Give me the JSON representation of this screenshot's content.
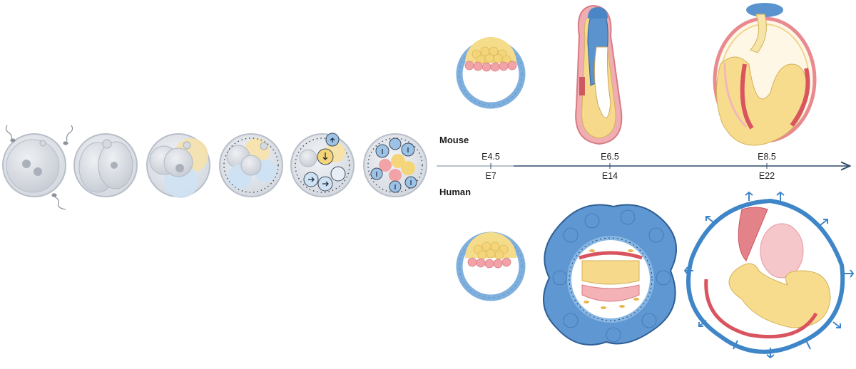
{
  "species": {
    "mouse": "Mouse",
    "human": "Human"
  },
  "timeline": {
    "mouse_stages": [
      "E4.5",
      "E6.5",
      "E8.5"
    ],
    "human_stages": [
      "E7",
      "E14",
      "E22"
    ]
  },
  "colors": {
    "epiblast": "#f7dc8e",
    "hypoblast": "#f2a3a8",
    "trophectoderm": "#9cc3e6",
    "trophoblast_dark": "#3f7ec0",
    "extraembryonic_red": "#e0707a",
    "cell_grey": "#dfe3e8",
    "axis": "#2f4a6a"
  }
}
